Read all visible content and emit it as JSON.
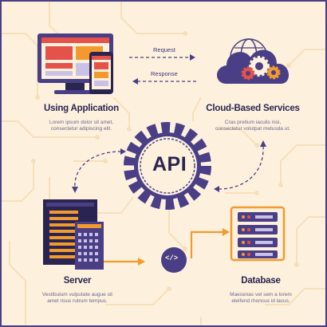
{
  "nodes": {
    "app": {
      "label": "Using Application",
      "desc_line1": "Lorem ipsum dolor sit amet,",
      "desc_line2": "consectetur adipiscing elit."
    },
    "cloud": {
      "label": "Cloud-Based Services",
      "desc_line1": "Cras pretium iaculis nisi,",
      "desc_line2": "consectetur volutpat metusda ut."
    },
    "server": {
      "label": "Server",
      "desc_line1": "Vestibulum vulputate augue sit",
      "desc_line2": "amet risus rutrum tempus."
    },
    "database": {
      "label": "Database",
      "desc_line1": "Maecenas vel sem a lorem",
      "desc_line2": "eleifend rhoncus id lacus."
    }
  },
  "center": {
    "label": "API"
  },
  "arrows": {
    "request": "Request",
    "response": "Response"
  },
  "connector": {
    "code_symbol": "</>"
  },
  "icons": [
    "desktop-monitor-icon",
    "smartphone-icon",
    "cloud-gears-icon",
    "server-rack-icon",
    "database-stack-icon",
    "api-gear-icon",
    "code-icon"
  ],
  "colors": {
    "background": "#fdf1dd",
    "primary_purple": "#4a3f86",
    "dark_navy": "#2a2450",
    "accent_orange": "#f29a2e",
    "accent_red": "#e5524a",
    "circuit_lines": "#f6dfbb"
  }
}
